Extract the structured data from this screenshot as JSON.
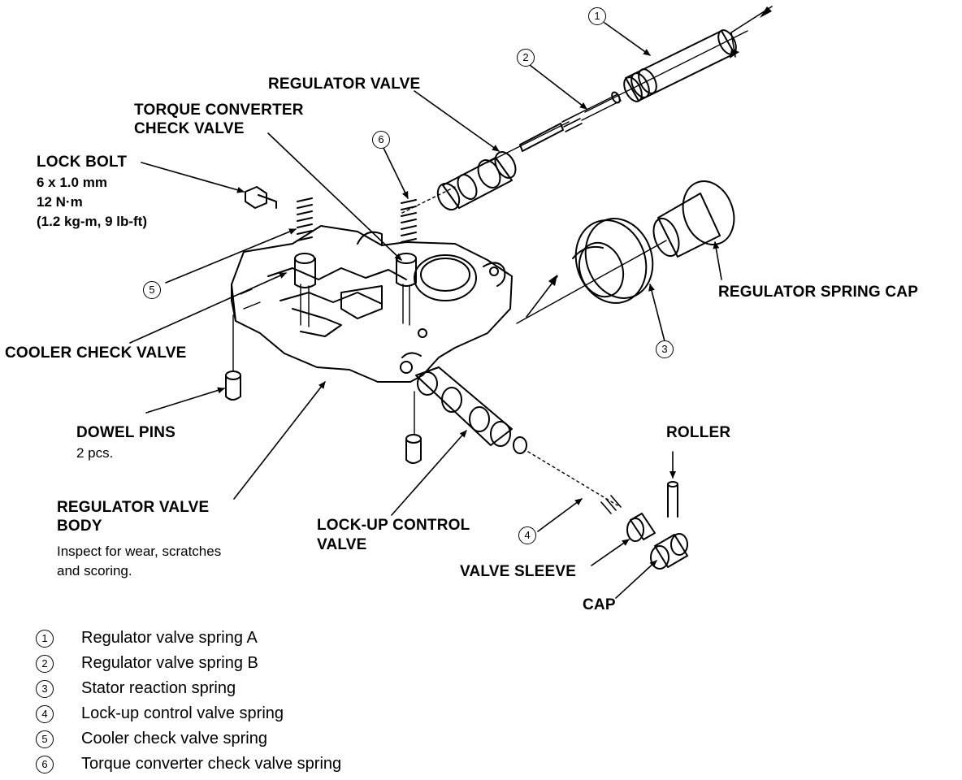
{
  "labels": {
    "regulator_valve": "REGULATOR VALVE",
    "torque_converter_check_valve_1": "TORQUE CONVERTER",
    "torque_converter_check_valve_2": "CHECK VALVE",
    "lock_bolt": "LOCK BOLT",
    "lock_bolt_size": "6 x 1.0 mm",
    "lock_bolt_torque_nm": "12 N·m",
    "lock_bolt_torque_alt": "(1.2 kg-m, 9 lb-ft)",
    "regulator_spring_cap": "REGULATOR SPRING CAP",
    "cooler_check_valve": "COOLER CHECK VALVE",
    "dowel_pins": "DOWEL PINS",
    "dowel_pins_qty": "2 pcs.",
    "regulator_valve_body_1": "REGULATOR VALVE",
    "regulator_valve_body_2": "BODY",
    "inspect_note_1": "Inspect for wear, scratches",
    "inspect_note_2": "and scoring.",
    "lockup_control_valve_1": "LOCK-UP CONTROL",
    "lockup_control_valve_2": "VALVE",
    "roller": "ROLLER",
    "valve_sleeve": "VALVE SLEEVE",
    "cap": "CAP"
  },
  "callouts": {
    "c1": "1",
    "c2": "2",
    "c3": "3",
    "c4": "4",
    "c5": "5",
    "c6": "6"
  },
  "legend": [
    {
      "num": "1",
      "text": "Regulator valve spring A"
    },
    {
      "num": "2",
      "text": "Regulator valve spring B"
    },
    {
      "num": "3",
      "text": "Stator reaction spring"
    },
    {
      "num": "4",
      "text": "Lock-up control valve spring"
    },
    {
      "num": "5",
      "text": "Cooler check valve spring"
    },
    {
      "num": "6",
      "text": "Torque converter check valve spring"
    }
  ]
}
